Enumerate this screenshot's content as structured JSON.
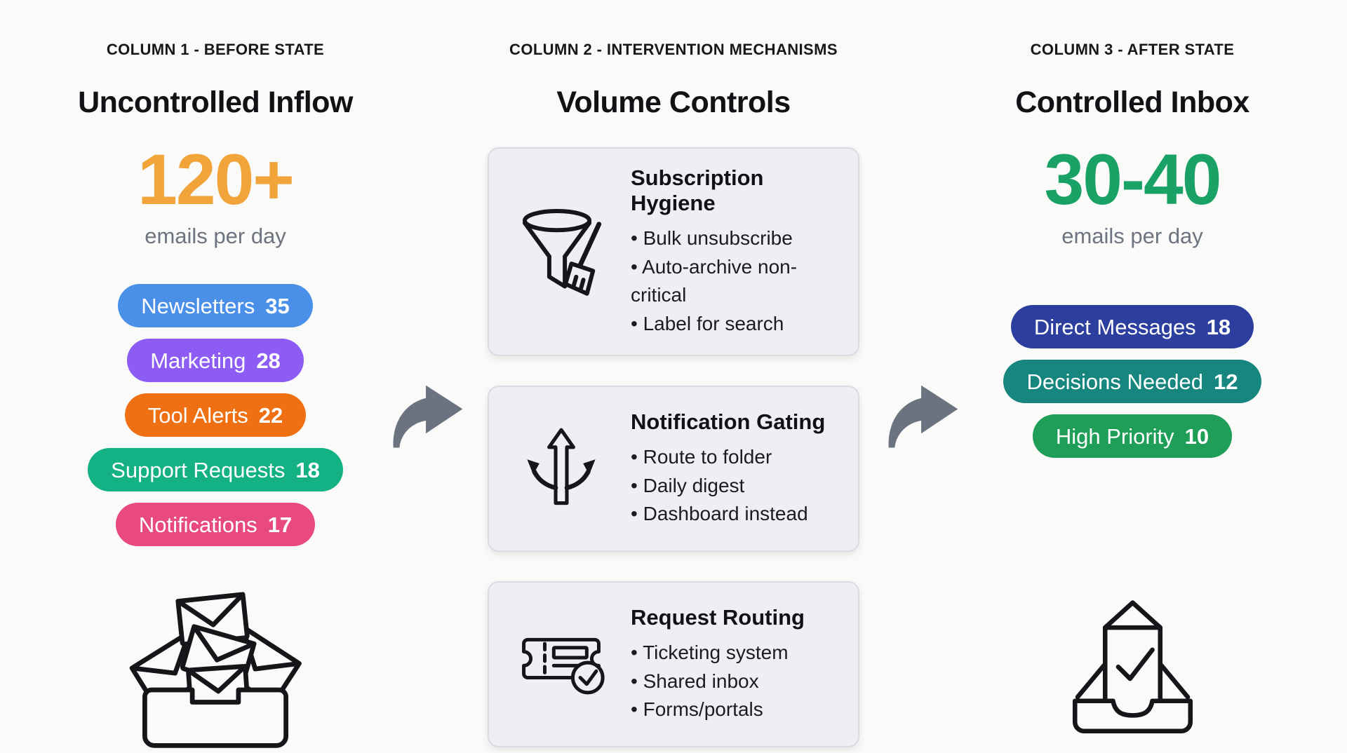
{
  "colors": {
    "page_bg": "#fafaf9",
    "card_bg": "#edeff3",
    "card_border": "#d9dce3",
    "arrow": "#6b7280",
    "ink": "#15161a",
    "muted": "#6d7480"
  },
  "columns": {
    "before": {
      "kicker": "COLUMN 1 - BEFORE STATE",
      "title": "Uncontrolled Inflow",
      "metric": {
        "value": "120+",
        "unit": "emails per day",
        "color": "#f0a43a"
      },
      "pills": [
        {
          "label": "Newsletters",
          "count": "35",
          "color": "#4a90e9"
        },
        {
          "label": "Marketing",
          "count": "28",
          "color": "#8c5cf5"
        },
        {
          "label": "Tool Alerts",
          "count": "22",
          "color": "#ee7012"
        },
        {
          "label": "Support Requests",
          "count": "18",
          "color": "#13b183"
        },
        {
          "label": "Notifications",
          "count": "17",
          "color": "#e84a7d"
        }
      ],
      "icon": "overflowing-inbox"
    },
    "interventions": {
      "kicker": "COLUMN 2 - INTERVENTION MECHANISMS",
      "title": "Volume Controls",
      "cards": [
        {
          "icon": "funnel-broom",
          "title": "Subscription Hygiene",
          "bullets": [
            "Bulk unsubscribe",
            "Auto-archive non-critical",
            "Label for search"
          ]
        },
        {
          "icon": "three-way-arrows",
          "title": "Notification Gating",
          "bullets": [
            "Route to folder",
            "Daily digest",
            "Dashboard instead"
          ]
        },
        {
          "icon": "ticket-check",
          "title": "Request Routing",
          "bullets": [
            "Ticketing system",
            "Shared inbox",
            "Forms/portals"
          ]
        }
      ]
    },
    "after": {
      "kicker": "COLUMN 3 - AFTER STATE",
      "title": "Controlled Inbox",
      "metric": {
        "value": "30-40",
        "unit": "emails per day",
        "color": "#1aa266"
      },
      "pills": [
        {
          "label": "Direct Messages",
          "count": "18",
          "color": "#2c3f9f"
        },
        {
          "label": "Decisions Needed",
          "count": "12",
          "color": "#16867f"
        },
        {
          "label": "High Priority",
          "count": "10",
          "color": "#1f9e57"
        }
      ],
      "icon": "inbox-check"
    }
  }
}
